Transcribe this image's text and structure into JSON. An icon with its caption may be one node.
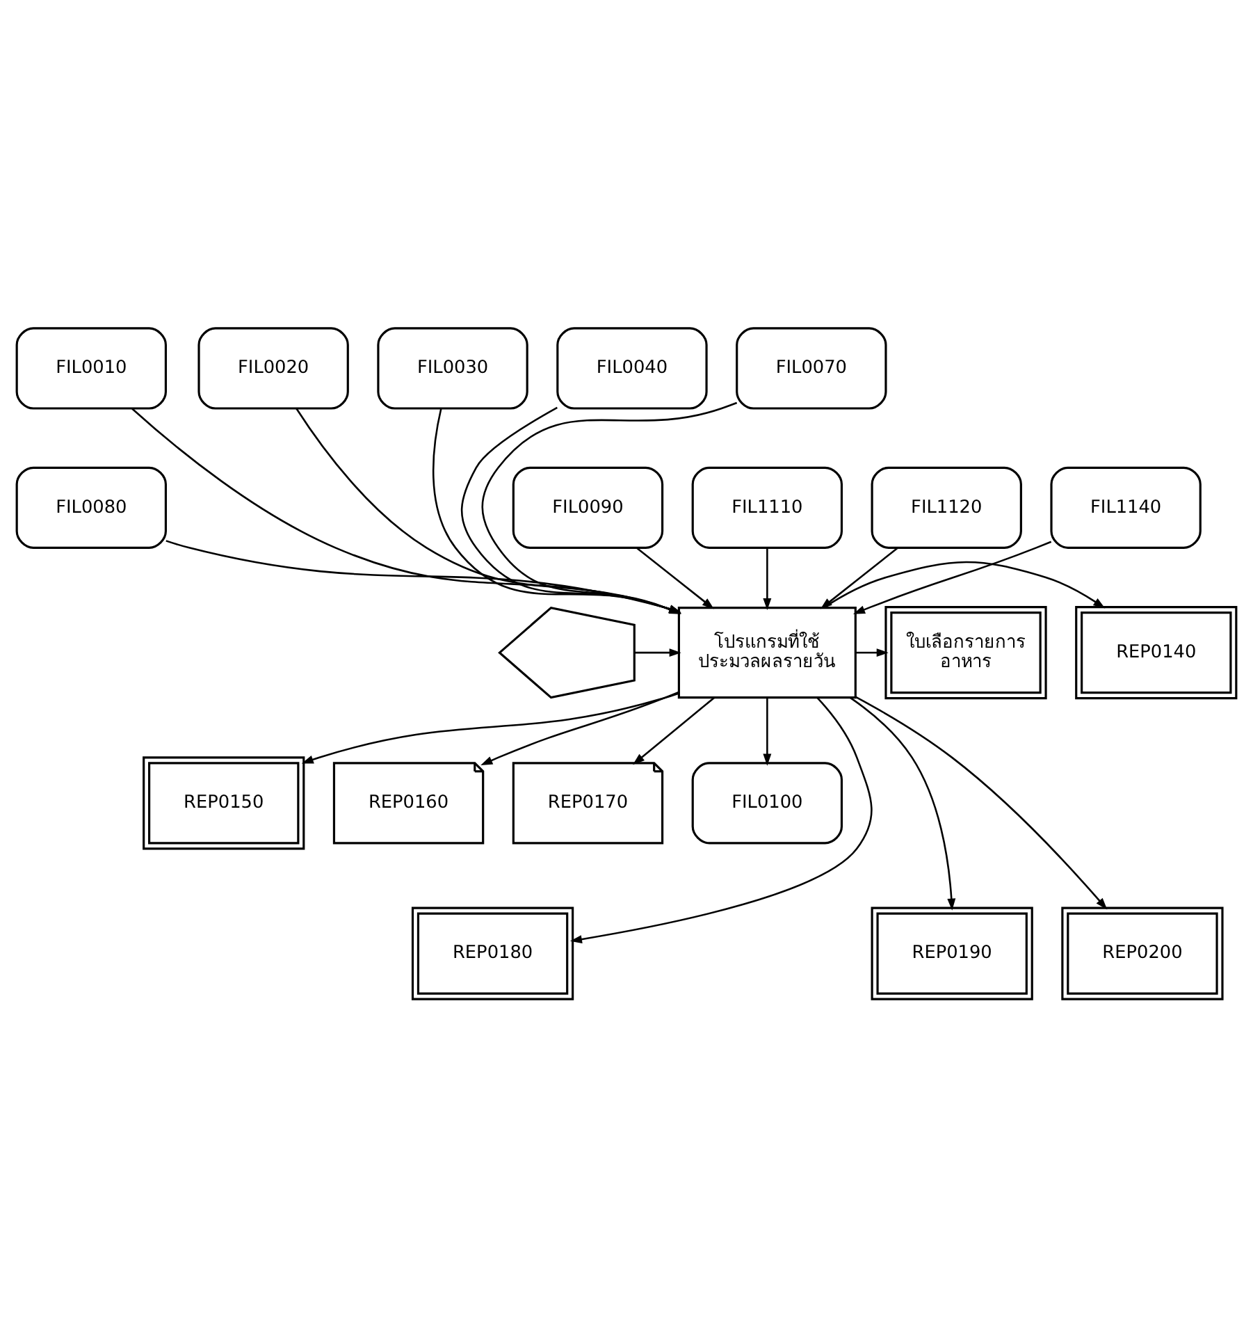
{
  "diagram": {
    "nodes": [
      {
        "text": [
          "FIL0010"
        ]
      },
      {
        "text": [
          "FIL0020"
        ]
      },
      {
        "text": [
          "FIL0030"
        ]
      },
      {
        "text": [
          "FIL0040"
        ]
      },
      {
        "text": [
          "FIL0070"
        ]
      },
      {
        "text": [
          "FIL0080"
        ]
      },
      {
        "text": [
          "FIL0090"
        ]
      },
      {
        "text": [
          "FIL1110"
        ]
      },
      {
        "text": [
          "FIL1120"
        ]
      },
      {
        "text": [
          "FIL1140"
        ]
      },
      {
        "text": [],
        "shape": "display"
      },
      {
        "text": [
          "โปรแกรมที่ใช้ ประมวลผลรายวัน"
        ]
      },
      {
        "text": [
          "REP0140"
        ]
      },
      {
        "text": [
          "ใบเลือกรายการ อาหาร"
        ]
      },
      {
        "text": [
          "REP0150"
        ]
      },
      {
        "text": [
          "REP0160"
        ]
      },
      {
        "text": [
          "REP0170"
        ]
      },
      {
        "text": [
          "FIL0100"
        ]
      },
      {
        "text": [
          "REP0180"
        ]
      },
      {
        "text": [
          "REP0190"
        ]
      },
      {
        "text": [
          "REP0200"
        ]
      }
    ],
    "edges": [
      {
        "from": 0,
        "to": 11,
        "arrow": "to"
      },
      {
        "from": 1,
        "to": 11,
        "arrow": "to"
      },
      {
        "from": 2,
        "to": 11,
        "arrow": "to"
      },
      {
        "from": 3,
        "to": 11,
        "arrow": "to"
      },
      {
        "from": 4,
        "to": 11,
        "arrow": "to"
      },
      {
        "from": 5,
        "to": 11,
        "arrow": "to"
      },
      {
        "from": 6,
        "to": 11,
        "arrow": "to"
      },
      {
        "from": 7,
        "to": 11,
        "arrow": "to"
      },
      {
        "from": 8,
        "to": 11,
        "arrow": "to"
      },
      {
        "from": 9,
        "to": 11,
        "arrow": "to"
      },
      {
        "from": 10,
        "to": 11,
        "arrow": "to"
      },
      {
        "from": 11,
        "to": 12,
        "arrow": "to"
      },
      {
        "from": 11,
        "to": 13,
        "arrow": "to"
      },
      {
        "from": 11,
        "to": 14,
        "arrow": "to"
      },
      {
        "from": 11,
        "to": 15,
        "arrow": "to"
      },
      {
        "from": 11,
        "to": 16,
        "arrow": "to"
      },
      {
        "from": 11,
        "to": 17,
        "arrow": "to"
      },
      {
        "from": 11,
        "to": 18,
        "arrow": "to"
      },
      {
        "from": 11,
        "to": 19,
        "arrow": "to"
      },
      {
        "from": 11,
        "to": 20,
        "arrow": "to"
      }
    ]
  }
}
